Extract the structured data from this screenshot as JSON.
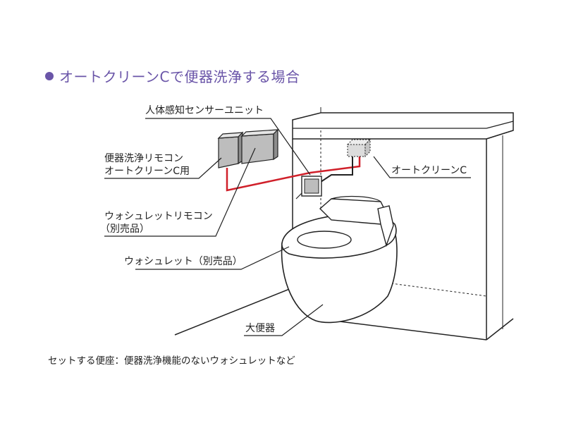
{
  "title": "オートクリーンCで便器洗浄する場合",
  "labels": {
    "sensor_unit": "人体感知センサーユニット",
    "flush_remote_line1": "便器洗浄リモコン",
    "flush_remote_line2": "オートクリーンC用",
    "auto_clean_c": "オートクリーンC",
    "washlet_remote_line1": "ウォシュレットリモコン",
    "washlet_remote_line2": "（別売品）",
    "washlet": "ウォシュレット（別売品）",
    "toilet_bowl": "大便器"
  },
  "note": "セットする便座：便器洗浄機能のないウォシュレットなど",
  "colors": {
    "accent": "#6a55a8",
    "wire_red": "#d0202a",
    "device_gray": "#bdbdbd"
  }
}
